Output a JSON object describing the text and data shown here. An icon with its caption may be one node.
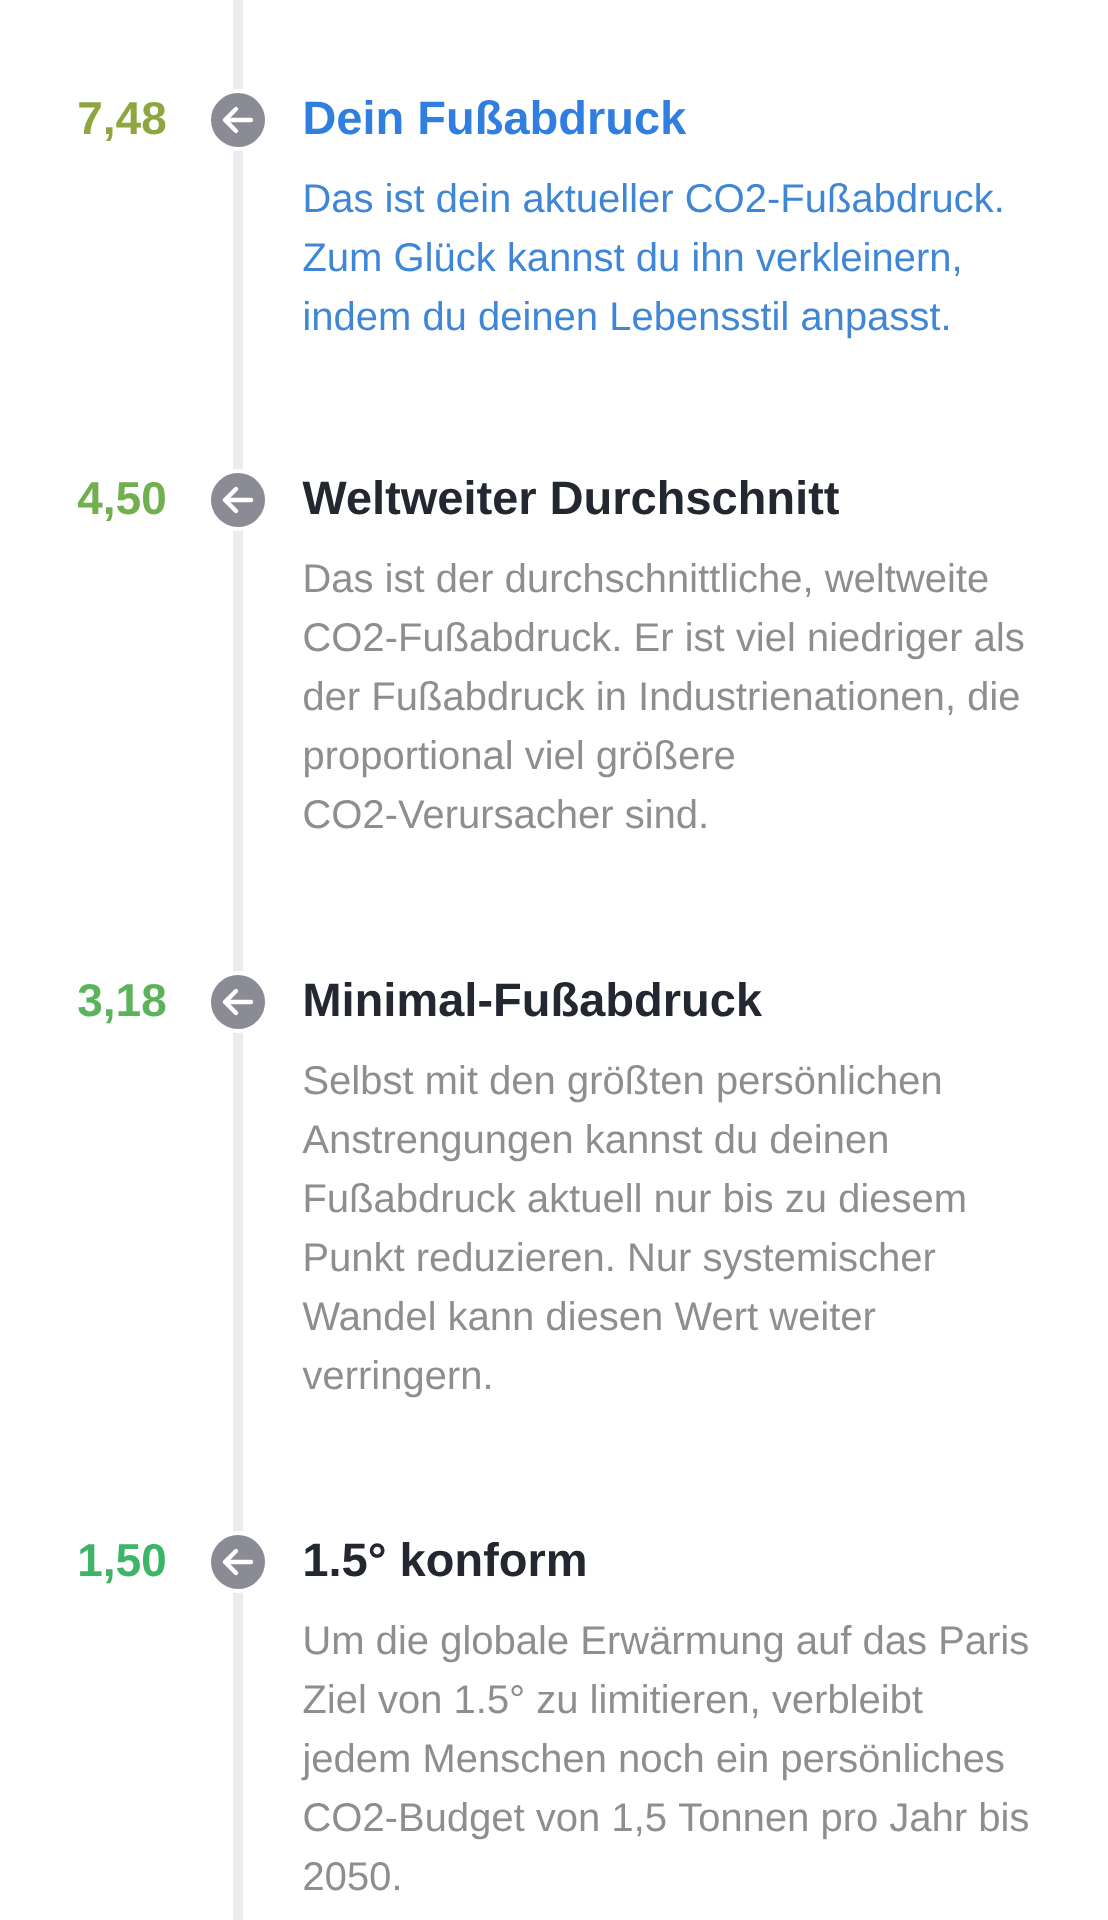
{
  "diagram": {
    "labels": [
      "7,48",
      "Dein Fußabdruck",
      "Das ist dein aktueller CO2-Fußabdruck. Zum Glück kannst du ihn verkleinern, indem du deinen Lebensstil anpasst.",
      "4,50",
      "Weltweiter Durchschnitt",
      "Das ist der durchschnittliche, weltweite CO2-Fußabdruck. Er ist viel niedriger als der Fußabdruck in Industrienationen, die proportional viel größere CO2-Verursacher sind.",
      "3,18",
      "Minimal-Fußabdruck",
      "Selbst mit den größten persönlichen Anstrengungen kannst du deinen Fußabdruck aktuell nur bis zu diesem Punkt reduzieren. Nur systemischer Wandel kann diesen Wert weiter verringern.",
      "1,50",
      "1.5° konform",
      "Um die globale Erwärmung auf das Paris Ziel von 1.5° zu limitieren, verbleibt jedem Menschen noch ein persönliches CO2-Budget von 1,5 Tonnen pro Jahr bis 2050."
    ]
  }
}
